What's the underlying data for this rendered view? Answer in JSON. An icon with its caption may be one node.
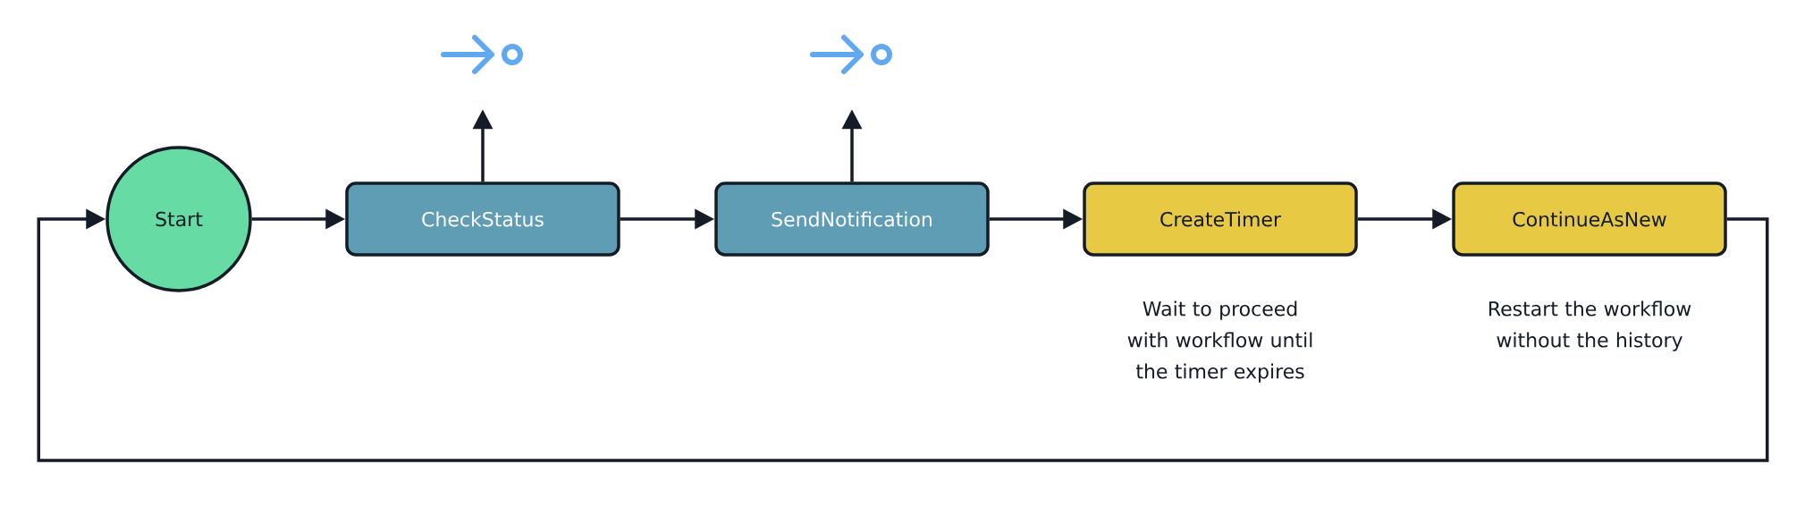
{
  "diagram": {
    "nodes": [
      {
        "text": [
          "Start"
        ]
      },
      {
        "text": [
          "CheckStatus"
        ]
      },
      {
        "text": [
          "SendNotification"
        ]
      },
      {
        "text": [
          "CreateTimer"
        ],
        "beside": [
          "Wait to proceed with workflow until the timer expires"
        ]
      },
      {
        "text": [
          "ContinueAsNew"
        ],
        "beside": [
          "Restart the workflow without the history"
        ]
      }
    ],
    "edges": [
      {
        "from": 0,
        "to": 1,
        "arrow": "to"
      },
      {
        "from": 1,
        "to": 2,
        "arrow": "to"
      },
      {
        "from": 2,
        "to": 3,
        "arrow": "to"
      },
      {
        "from": 3,
        "to": 4,
        "arrow": "to"
      },
      {
        "from": 4,
        "to": 0,
        "arrow": "to"
      },
      {
        "from": 1,
        "to": null,
        "arrow": "to"
      },
      {
        "from": 2,
        "to": null,
        "arrow": "to"
      }
    ]
  }
}
